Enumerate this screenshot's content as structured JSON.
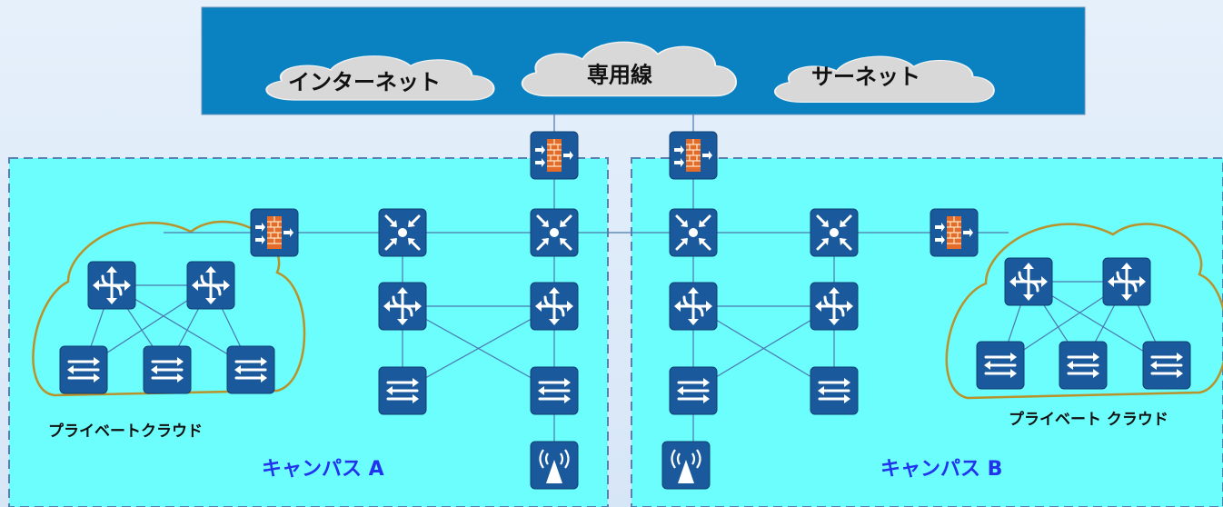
{
  "wan": {
    "clouds": [
      {
        "id": "internet",
        "label": "インターネット"
      },
      {
        "id": "leased-line",
        "label": "専用線"
      },
      {
        "id": "sinet",
        "label": "サーネット"
      }
    ]
  },
  "campuses": [
    {
      "id": "a",
      "label": "キャンパス A",
      "private_cloud_label": "プライベートクラウド"
    },
    {
      "id": "b",
      "label": "キャンパス B",
      "private_cloud_label": "プライベート クラウド"
    }
  ],
  "colors": {
    "wan_bg": "#0a82c2",
    "campus_bg": "#6cfdfd",
    "campus_border": "#5a7fb2",
    "device_bg": "#1a5a9c",
    "firewall_brick": "#e36c2a",
    "private_cloud_outline": "#b8922a",
    "campus_label": "#2233ee",
    "link": "#4a78b0"
  },
  "device_icons": [
    "firewall-icon",
    "core-switch-icon",
    "router-icon",
    "access-switch-icon",
    "wireless-ap-icon"
  ]
}
